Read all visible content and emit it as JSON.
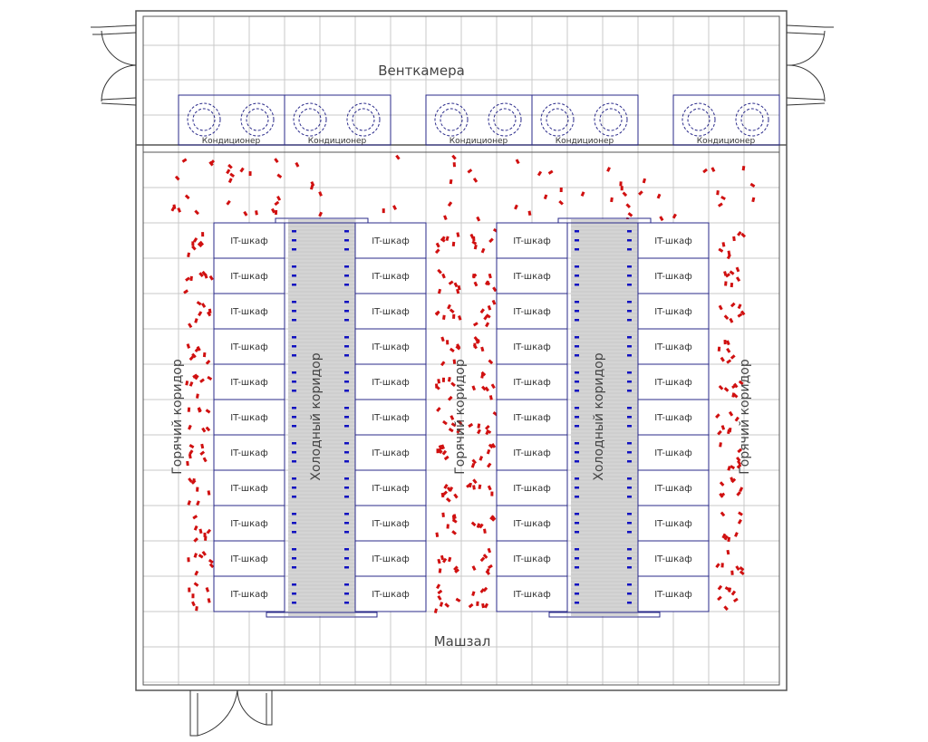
{
  "rooms": {
    "vent": "Венткамера",
    "hall": "Машзал"
  },
  "ac_label": "Кондиционер",
  "cabinet_label": "IT-шкаф",
  "hot_corridor": "Горячий коридор",
  "cold_corridor": "Холодный коридор",
  "colors": {
    "wall": "#555555",
    "grid": "#c8c8c8",
    "equipment": "#2a2a8a",
    "hot": "#d01010",
    "cold": "#1010c0",
    "cold_fill": "#d4d4d4"
  },
  "counts": {
    "ac_units": 5,
    "cabinet_rows": 11,
    "cabinet_columns": 4
  }
}
